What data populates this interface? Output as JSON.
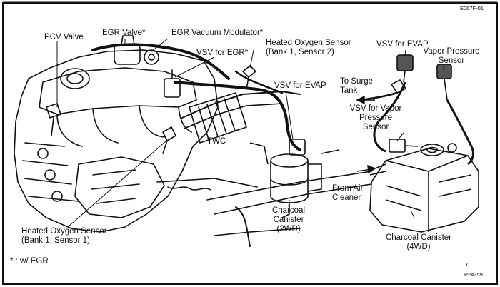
{
  "figure": {
    "code_top": "E067F-01",
    "code_bottom": "P24359",
    "corner_mark": "Y",
    "footnote": "* : w/ EGR"
  },
  "labels": {
    "pcv_valve": "PCV Valve",
    "egr_valve": "EGR Valve*",
    "egr_vacuum_modulator": "EGR Vacuum Modulator*",
    "ho2s_bank1_sensor2": {
      "line1": "Heated Oxygen Sensor",
      "line2": "(Bank 1, Sensor 2)"
    },
    "vsv_for_egr": "VSV for EGR*",
    "vsv_for_evap_2wd": "VSV for EVAP",
    "twc": "TWC",
    "charcoal_canister_2wd": {
      "line1": "Charcoal",
      "line2": "Canister",
      "line3": "(2WD)"
    },
    "ho2s_bank1_sensor1": {
      "line1": "Heated Oxygen Sensor",
      "line2": "(Bank 1, Sensor 1)"
    },
    "vsv_for_evap_4wd": "VSV for EVAP",
    "vapor_pressure_sensor": {
      "line1": "Vapor Pressure",
      "line2": "Sensor"
    },
    "to_surge_tank": {
      "line1": "To Surge",
      "line2": "Tank"
    },
    "vsv_for_vapor_pressure_sensor": {
      "line1": "VSV for Vapor",
      "line2": "Pressure",
      "line3": "Sensor"
    },
    "from_air_cleaner": {
      "line1": "From Air",
      "line2": "Cleaner"
    },
    "charcoal_canister_4wd": {
      "line1": "Charcoal Canister",
      "line2": "(4WD)"
    }
  },
  "colors": {
    "ink": "#111111",
    "paper": "#ffffff",
    "shade": "#555555"
  }
}
